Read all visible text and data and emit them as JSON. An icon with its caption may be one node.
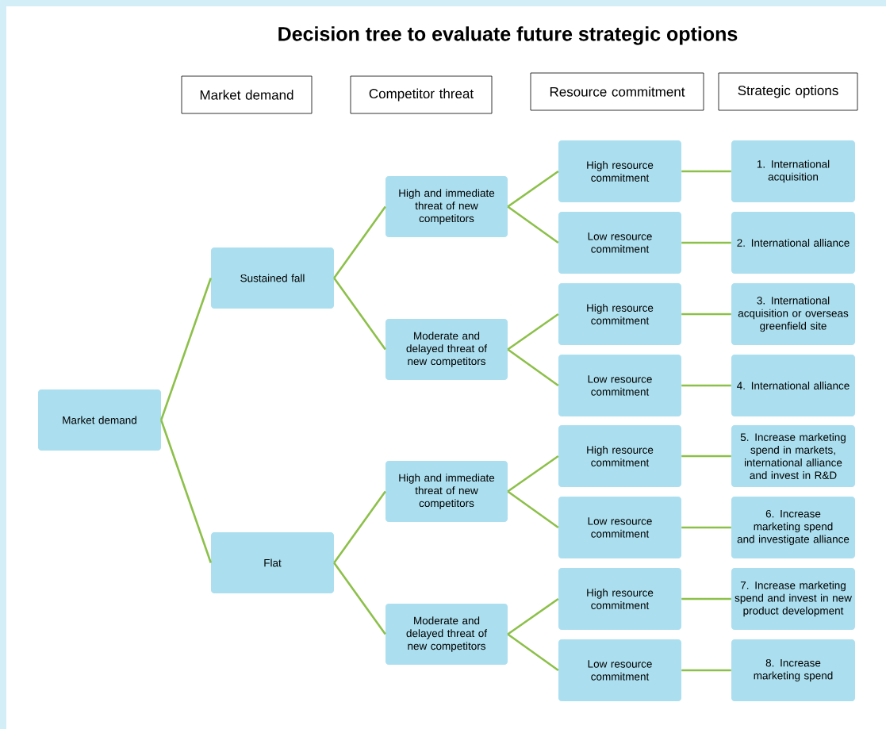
{
  "diagram": {
    "title": "Decision tree to evaluate future strategic options",
    "nodes": [
      {
        "text": [
          "Market demand"
        ]
      },
      {
        "text": [
          "Competitor threat"
        ]
      },
      {
        "text": [
          "Resource commitment"
        ]
      },
      {
        "text": [
          "Strategic options"
        ]
      },
      {
        "text": [
          "Market demand"
        ]
      },
      {
        "text": [
          "Sustained fall"
        ]
      },
      {
        "text": [
          "Flat"
        ]
      },
      {
        "text": [
          "High and immediate threat of new competitors"
        ]
      },
      {
        "text": [
          "Moderate and delayed threat of new competitors"
        ]
      },
      {
        "text": [
          "High and immediate threat of new competitors"
        ]
      },
      {
        "text": [
          "Moderate and delayed threat of new competitors"
        ]
      },
      {
        "text": [
          "High resource commitment"
        ]
      },
      {
        "text": [
          "Low resource commitment"
        ]
      },
      {
        "text": [
          "High resource commitment"
        ]
      },
      {
        "text": [
          "Low resource commitment"
        ]
      },
      {
        "text": [
          "High resource commitment"
        ]
      },
      {
        "text": [
          "Low resource commitment"
        ]
      },
      {
        "text": [
          "High resource commitment"
        ]
      },
      {
        "text": [
          "Low resource commitment"
        ]
      },
      {
        "text": [
          "1. International acquisition"
        ]
      },
      {
        "text": [
          "2. International alliance"
        ]
      },
      {
        "text": [
          "3. International acquisition or overseas greenfield site"
        ]
      },
      {
        "text": [
          "4. International alliance"
        ]
      },
      {
        "text": [
          "5. Increase marketing spend in markets, international alliance and invest in R&D"
        ]
      },
      {
        "text": [
          "6. Increase marketing spend and investigate alliance"
        ]
      },
      {
        "text": [
          "7. Increase marketing spend and invest in new product development"
        ]
      },
      {
        "text": [
          "8. Increase marketing spend"
        ]
      }
    ],
    "edges": [
      {
        "from": 4,
        "to": 5,
        "arrow": "none"
      },
      {
        "from": 4,
        "to": 6,
        "arrow": "none"
      },
      {
        "from": 5,
        "to": 7,
        "arrow": "none"
      },
      {
        "from": 5,
        "to": 8,
        "arrow": "none"
      },
      {
        "from": 6,
        "to": 9,
        "arrow": "none"
      },
      {
        "from": 6,
        "to": 10,
        "arrow": "none"
      },
      {
        "from": 7,
        "to": 11,
        "arrow": "none"
      },
      {
        "from": 7,
        "to": 12,
        "arrow": "none"
      },
      {
        "from": 8,
        "to": 13,
        "arrow": "none"
      },
      {
        "from": 8,
        "to": 14,
        "arrow": "none"
      },
      {
        "from": 9,
        "to": 15,
        "arrow": "none"
      },
      {
        "from": 9,
        "to": 16,
        "arrow": "none"
      },
      {
        "from": 10,
        "to": 17,
        "arrow": "none"
      },
      {
        "from": 10,
        "to": 18,
        "arrow": "none"
      },
      {
        "from": 11,
        "to": 19,
        "arrow": "none"
      },
      {
        "from": 12,
        "to": 20,
        "arrow": "none"
      },
      {
        "from": 13,
        "to": 21,
        "arrow": "none"
      },
      {
        "from": 14,
        "to": 22,
        "arrow": "none"
      },
      {
        "from": 15,
        "to": 23,
        "arrow": "none"
      },
      {
        "from": 16,
        "to": 24,
        "arrow": "none"
      },
      {
        "from": 17,
        "to": 25,
        "arrow": "none"
      },
      {
        "from": 18,
        "to": 26,
        "arrow": "none"
      }
    ]
  }
}
